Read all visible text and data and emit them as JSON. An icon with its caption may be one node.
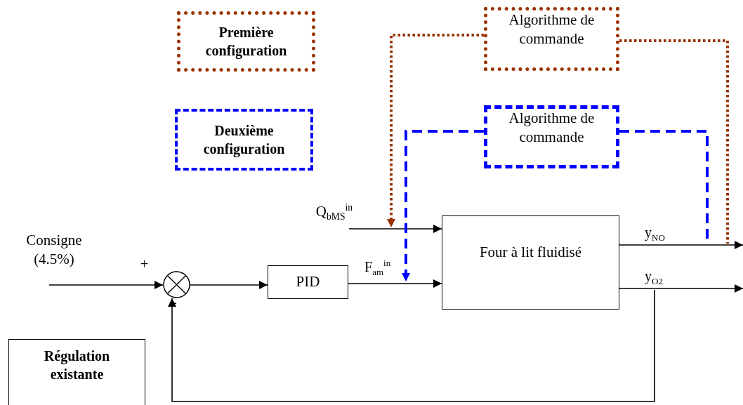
{
  "diagram": {
    "nodes": [
      {
        "text": [
          "Première configuration"
        ]
      },
      {
        "text": [
          "Deuxième configuration"
        ]
      },
      {
        "text": [
          "Algorithme de commande"
        ]
      },
      {
        "text": [
          "Algorithme de commande"
        ]
      },
      {
        "text": [
          "Consigne (4.5%)"
        ]
      },
      {
        "text": [],
        "shape": "circle"
      },
      {
        "text": [
          "PID"
        ]
      },
      {
        "text": [
          "Four à lit fluidisé"
        ]
      },
      {
        "text": [
          "Q$_{bMS}$$^{in}$"
        ]
      },
      {
        "text": [
          "Régulation existante"
        ]
      }
    ],
    "edges": [
      {
        "from": 4,
        "to": 5,
        "arrow": "to"
      },
      {
        "from": 5,
        "to": 6,
        "arrow": "to"
      },
      {
        "from": 6,
        "to": 7,
        "arrow": "to",
        "label": "F$_{am}$$^{in}$"
      },
      {
        "from": 8,
        "to": 7,
        "arrow": "to"
      },
      {
        "from": 7,
        "to": null,
        "arrow": "to",
        "label": "y$_{NO}$"
      },
      {
        "from": 7,
        "to": null,
        "arrow": "to",
        "label": "y$_{O2}$"
      },
      {
        "from": 7,
        "to": 5,
        "arrow": "to"
      },
      {
        "from": 2,
        "to": null,
        "arrow": "to",
        "style": "dashed",
        "color": "#993300"
      },
      {
        "from": 2,
        "to": null,
        "arrow": "none",
        "style": "dashed",
        "color": "#993300"
      },
      {
        "from": 3,
        "to": null,
        "arrow": "to",
        "style": "dashed",
        "color": "#0000ff"
      },
      {
        "from": 3,
        "to": null,
        "arrow": "none",
        "style": "dashed",
        "color": "#0000ff"
      }
    ],
    "labels": [
      "+",
      "-"
    ]
  }
}
